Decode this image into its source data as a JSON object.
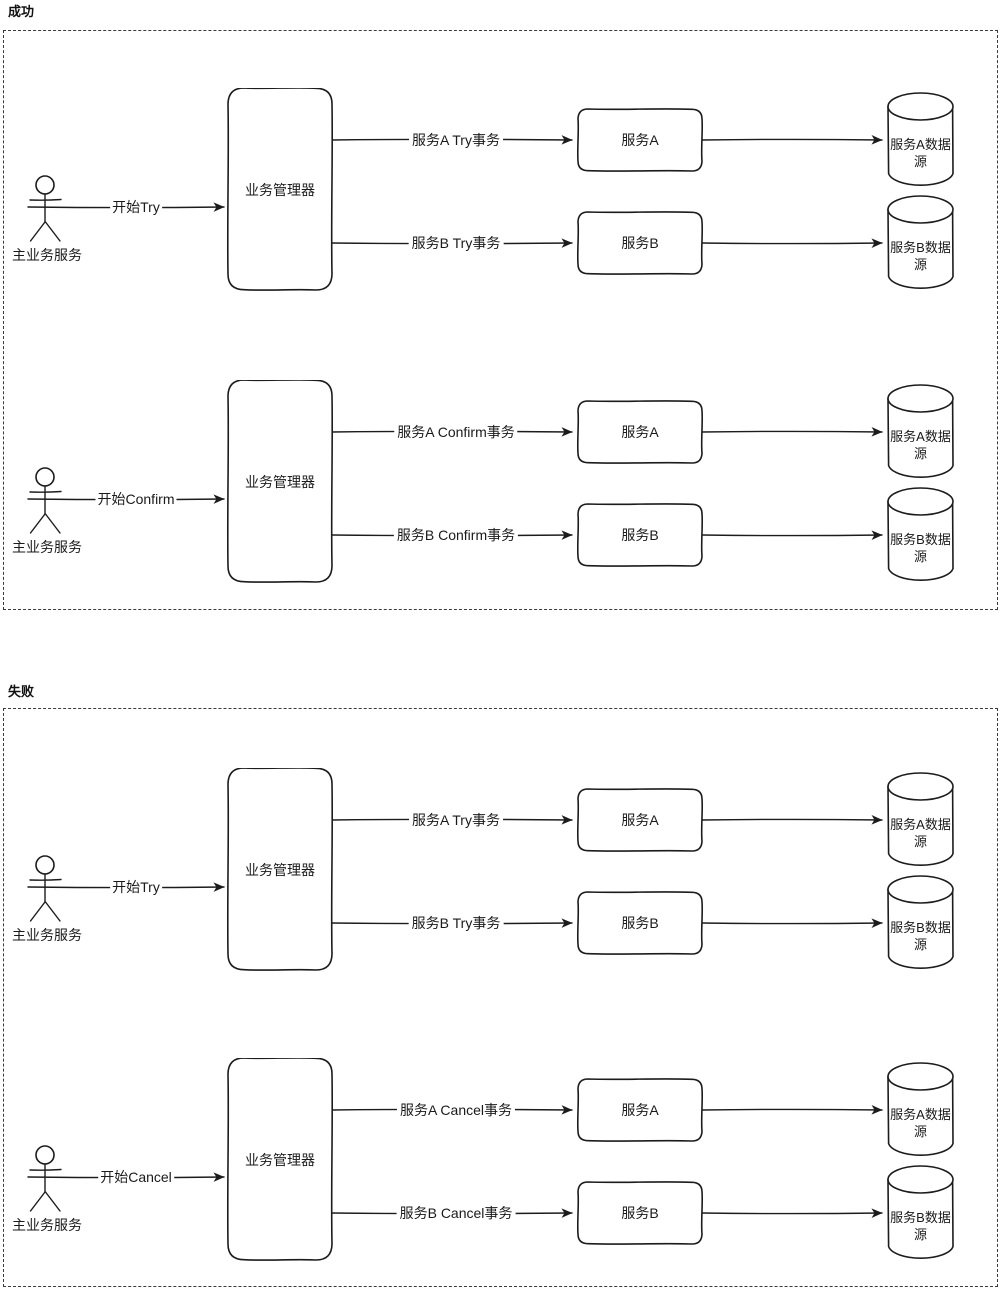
{
  "sections": [
    {
      "title": "成功",
      "flows": [
        {
          "actor_label": "主业务服务",
          "start_message": "开始Try",
          "manager_label": "业务管理器",
          "rows": [
            {
              "message": "服务A Try事务",
              "service": "服务A",
              "datasource": "服务A数据源"
            },
            {
              "message": "服务B Try事务",
              "service": "服务B",
              "datasource": "服务B数据源"
            }
          ]
        },
        {
          "actor_label": "主业务服务",
          "start_message": "开始Confirm",
          "manager_label": "业务管理器",
          "rows": [
            {
              "message": "服务A Confirm事务",
              "service": "服务A",
              "datasource": "服务A数据源"
            },
            {
              "message": "服务B Confirm事务",
              "service": "服务B",
              "datasource": "服务B数据源"
            }
          ]
        }
      ]
    },
    {
      "title": "失败",
      "flows": [
        {
          "actor_label": "主业务服务",
          "start_message": "开始Try",
          "manager_label": "业务管理器",
          "rows": [
            {
              "message": "服务A Try事务",
              "service": "服务A",
              "datasource": "服务A数据源"
            },
            {
              "message": "服务B Try事务",
              "service": "服务B",
              "datasource": "服务B数据源"
            }
          ]
        },
        {
          "actor_label": "主业务服务",
          "start_message": "开始Cancel",
          "manager_label": "业务管理器",
          "rows": [
            {
              "message": "服务A Cancel事务",
              "service": "服务A",
              "datasource": "服务A数据源"
            },
            {
              "message": "服务B Cancel事务",
              "service": "服务B",
              "datasource": "服务B数据源"
            }
          ]
        }
      ]
    }
  ],
  "stroke_color": "#1c1c1c",
  "background_color": "#ffffff"
}
